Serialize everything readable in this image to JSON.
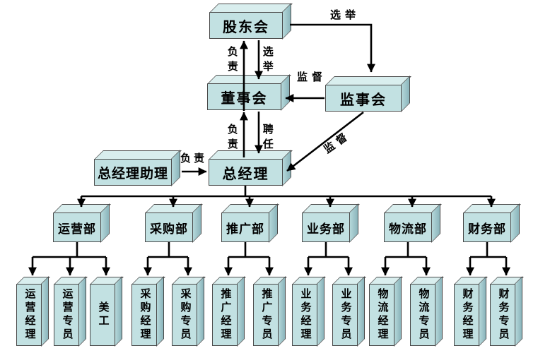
{
  "nodes": {
    "shareholders": "股东会",
    "board": "董事会",
    "supervisory": "监事会",
    "general_manager": "总经理",
    "gm_assistant": "总经理助理",
    "departments": [
      {
        "label": "运营部",
        "children": [
          "运营经理",
          "运营专员",
          "美工"
        ]
      },
      {
        "label": "采购部",
        "children": [
          "采购经理",
          "采购专员"
        ]
      },
      {
        "label": "推广部",
        "children": [
          "推广经理",
          "推广专员"
        ]
      },
      {
        "label": "业务部",
        "children": [
          "业务经理",
          "业务专员"
        ]
      },
      {
        "label": "物流部",
        "children": [
          "物流经理",
          "物流专员"
        ]
      },
      {
        "label": "财务部",
        "children": [
          "财务经理",
          "财务专员"
        ]
      }
    ]
  },
  "edge_labels": {
    "shareholders_elect_supervisory": "选举",
    "board_responsible_to_shareholders": "负责",
    "shareholders_elect_board": "选举",
    "supervisory_supervise_board": "监督",
    "gm_responsible_to_board": "负责",
    "board_appoint_gm": "聘任",
    "supervisory_supervise_gm": "监督",
    "assistant_responsible_to_gm": "负责"
  },
  "colors": {
    "box_front": "#c2e1e2",
    "box_top": "#d9eeee",
    "box_side_light": "#b5d8da",
    "box_side_dark": "#8ab4bb",
    "box_border": "#4a4a4a",
    "arrow": "#000000",
    "background": "#ffffff",
    "text": "#000000"
  }
}
